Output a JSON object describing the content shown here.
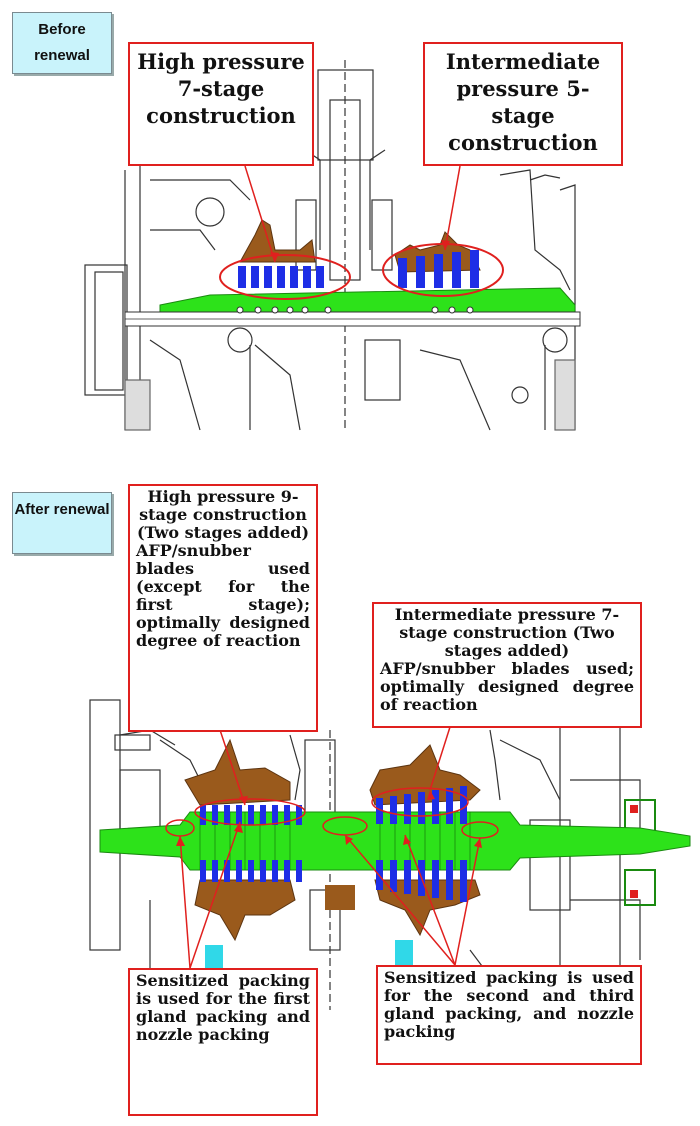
{
  "before": {
    "tag": "Before renewal",
    "hp_callout": "High pressure 7-stage construction",
    "ip_callout": "Intermediate pressure 5-stage construction"
  },
  "after": {
    "tag": "After renewal",
    "hp_callout_title": "High pressure 9-stage construction (Two stages added)",
    "hp_callout_body": "AFP/snubber blades used (except for the first stage); optimally designed degree of reaction",
    "ip_callout_title": "Intermediate pressure 7-stage construction (Two stages added)",
    "ip_callout_body": "AFP/snubber blades used; optimally designed degree of reaction",
    "packing_left": "Sensitized packing is used for the first gland packing and nozzle packing",
    "packing_right": "Sensitized packing is used for the second and third gland packing, and nozzle packing"
  },
  "colors": {
    "callout_border": "#e0201e",
    "rotor": "#2de21a",
    "blades": "#1e2ee6",
    "casing": "#9a5a1c",
    "tag_bg": "#c9f3fb"
  }
}
